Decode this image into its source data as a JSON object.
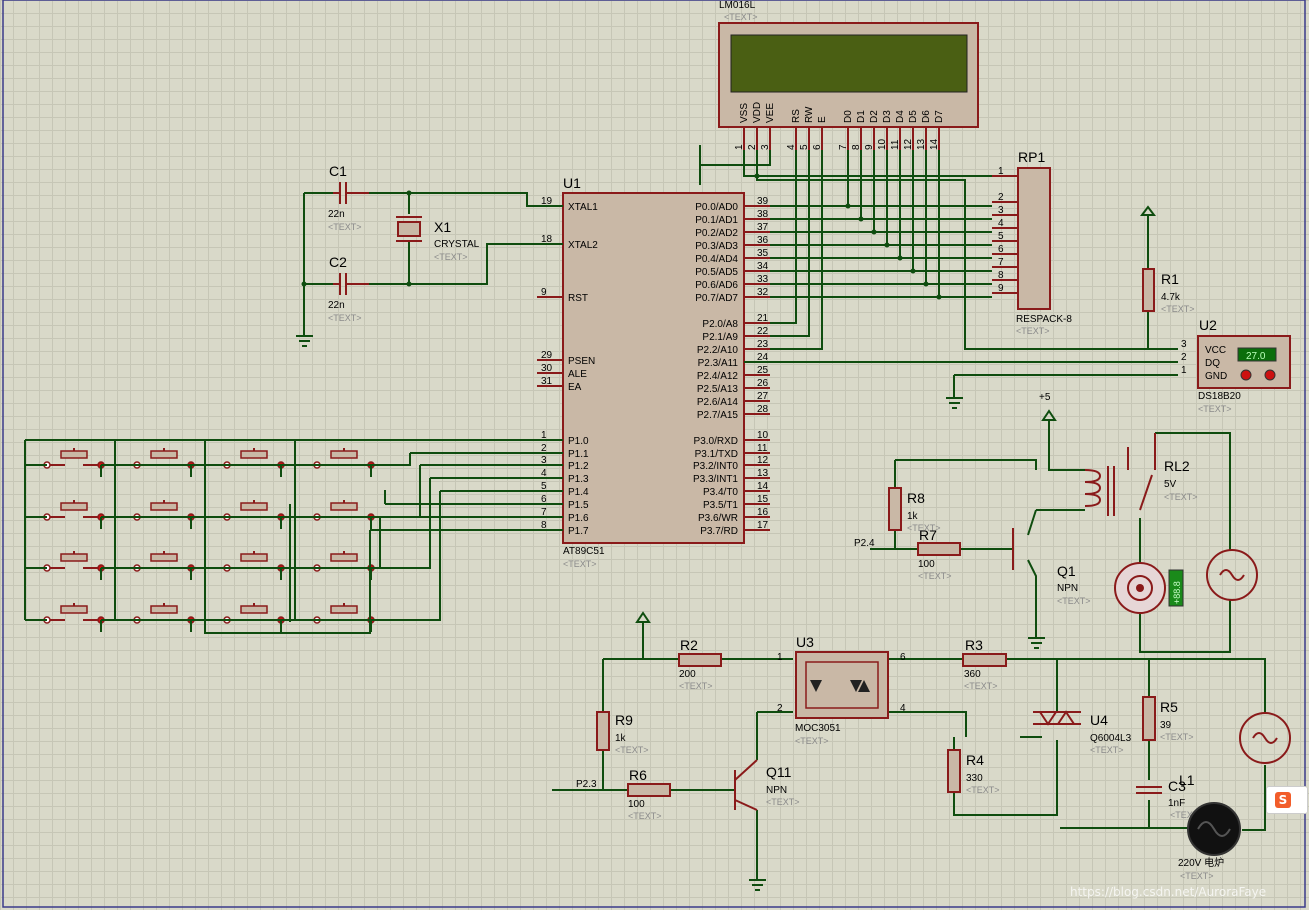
{
  "lcd": {
    "ref": "LM016L",
    "text": "<TEXT>",
    "pins": [
      "VSS",
      "VDD",
      "VEE",
      "RS",
      "RW",
      "E",
      "D0",
      "D1",
      "D2",
      "D3",
      "D4",
      "D5",
      "D6",
      "D7"
    ],
    "pin_nums": [
      "1",
      "2",
      "3",
      "4",
      "5",
      "6",
      "7",
      "8",
      "9",
      "10",
      "11",
      "12",
      "13",
      "14"
    ]
  },
  "u1": {
    "ref": "U1",
    "part": "AT89C51",
    "text": "<TEXT>",
    "left_pins": [
      {
        "n": "19",
        "l": "XTAL1"
      },
      {
        "n": "18",
        "l": "XTAL2"
      },
      {
        "n": "9",
        "l": "RST"
      },
      {
        "n": "29",
        "l": "PSEN"
      },
      {
        "n": "30",
        "l": "ALE"
      },
      {
        "n": "31",
        "l": "EA"
      },
      {
        "n": "1",
        "l": "P1.0"
      },
      {
        "n": "2",
        "l": "P1.1"
      },
      {
        "n": "3",
        "l": "P1.2"
      },
      {
        "n": "4",
        "l": "P1.3"
      },
      {
        "n": "5",
        "l": "P1.4"
      },
      {
        "n": "6",
        "l": "P1.5"
      },
      {
        "n": "7",
        "l": "P1.6"
      },
      {
        "n": "8",
        "l": "P1.7"
      }
    ],
    "right_pins": [
      {
        "n": "39",
        "l": "P0.0/AD0"
      },
      {
        "n": "38",
        "l": "P0.1/AD1"
      },
      {
        "n": "37",
        "l": "P0.2/AD2"
      },
      {
        "n": "36",
        "l": "P0.3/AD3"
      },
      {
        "n": "35",
        "l": "P0.4/AD4"
      },
      {
        "n": "34",
        "l": "P0.5/AD5"
      },
      {
        "n": "33",
        "l": "P0.6/AD6"
      },
      {
        "n": "32",
        "l": "P0.7/AD7"
      },
      {
        "n": "21",
        "l": "P2.0/A8"
      },
      {
        "n": "22",
        "l": "P2.1/A9"
      },
      {
        "n": "23",
        "l": "P2.2/A10"
      },
      {
        "n": "24",
        "l": "P2.3/A11"
      },
      {
        "n": "25",
        "l": "P2.4/A12"
      },
      {
        "n": "26",
        "l": "P2.5/A13"
      },
      {
        "n": "27",
        "l": "P2.6/A14"
      },
      {
        "n": "28",
        "l": "P2.7/A15"
      },
      {
        "n": "10",
        "l": "P3.0/RXD"
      },
      {
        "n": "11",
        "l": "P3.1/TXD"
      },
      {
        "n": "12",
        "l": "P3.2/INT0"
      },
      {
        "n": "13",
        "l": "P3.3/INT1"
      },
      {
        "n": "14",
        "l": "P3.4/T0"
      },
      {
        "n": "15",
        "l": "P3.5/T1"
      },
      {
        "n": "16",
        "l": "P3.6/WR"
      },
      {
        "n": "17",
        "l": "P3.7/RD"
      }
    ]
  },
  "c1": {
    "ref": "C1",
    "val": "22n",
    "text": "<TEXT>"
  },
  "c2": {
    "ref": "C2",
    "val": "22n",
    "text": "<TEXT>"
  },
  "x1": {
    "ref": "X1",
    "val": "CRYSTAL",
    "text": "<TEXT>"
  },
  "rp1": {
    "ref": "RP1",
    "val": "RESPACK-8",
    "text": "<TEXT>",
    "pins": [
      "1",
      "2",
      "3",
      "4",
      "5",
      "6",
      "7",
      "8",
      "9"
    ]
  },
  "r1": {
    "ref": "R1",
    "val": "4.7k",
    "text": "<TEXT>"
  },
  "u2": {
    "ref": "U2",
    "part": "DS18B20",
    "text": "<TEXT>",
    "reading": "27.0",
    "pins": [
      {
        "n": "3",
        "l": "VCC"
      },
      {
        "n": "2",
        "l": "DQ"
      },
      {
        "n": "1",
        "l": "GND"
      }
    ]
  },
  "supply": {
    "label": "+5"
  },
  "rl2": {
    "ref": "RL2",
    "val": "5V",
    "text": "<TEXT>"
  },
  "r8": {
    "ref": "R8",
    "val": "1k",
    "text": "<TEXT>"
  },
  "r7": {
    "ref": "R7",
    "val": "100",
    "text": "<TEXT>"
  },
  "q1": {
    "ref": "Q1",
    "val": "NPN",
    "text": "<TEXT>"
  },
  "p24": {
    "label": "P2.4"
  },
  "motor": {
    "label": "+88.8"
  },
  "r2": {
    "ref": "R2",
    "val": "200",
    "text": "<TEXT>"
  },
  "u3": {
    "ref": "U3",
    "part": "MOC3051",
    "text": "<TEXT>",
    "pins": [
      "1",
      "2",
      "6",
      "4"
    ]
  },
  "r3": {
    "ref": "R3",
    "val": "360",
    "text": "<TEXT>"
  },
  "u4": {
    "ref": "U4",
    "part": "Q6004L3",
    "text": "<TEXT>"
  },
  "r5": {
    "ref": "R5",
    "val": "39",
    "text": "<TEXT>"
  },
  "r9": {
    "ref": "R9",
    "val": "1k",
    "text": "<TEXT>"
  },
  "r4": {
    "ref": "R4",
    "val": "330",
    "text": "<TEXT>"
  },
  "c3": {
    "ref": "C3",
    "val": "1nF",
    "text": "<TEXT>"
  },
  "l1": {
    "ref": "L1",
    "val": "220V 电炉",
    "text": "<TEXT>"
  },
  "r6": {
    "ref": "R6",
    "val": "100",
    "text": "<TEXT>"
  },
  "q11": {
    "ref": "Q11",
    "val": "NPN",
    "text": "<TEXT>"
  },
  "p23": {
    "label": "P2.3"
  },
  "watermark": "https://blog.csdn.net/AuroraFaye"
}
